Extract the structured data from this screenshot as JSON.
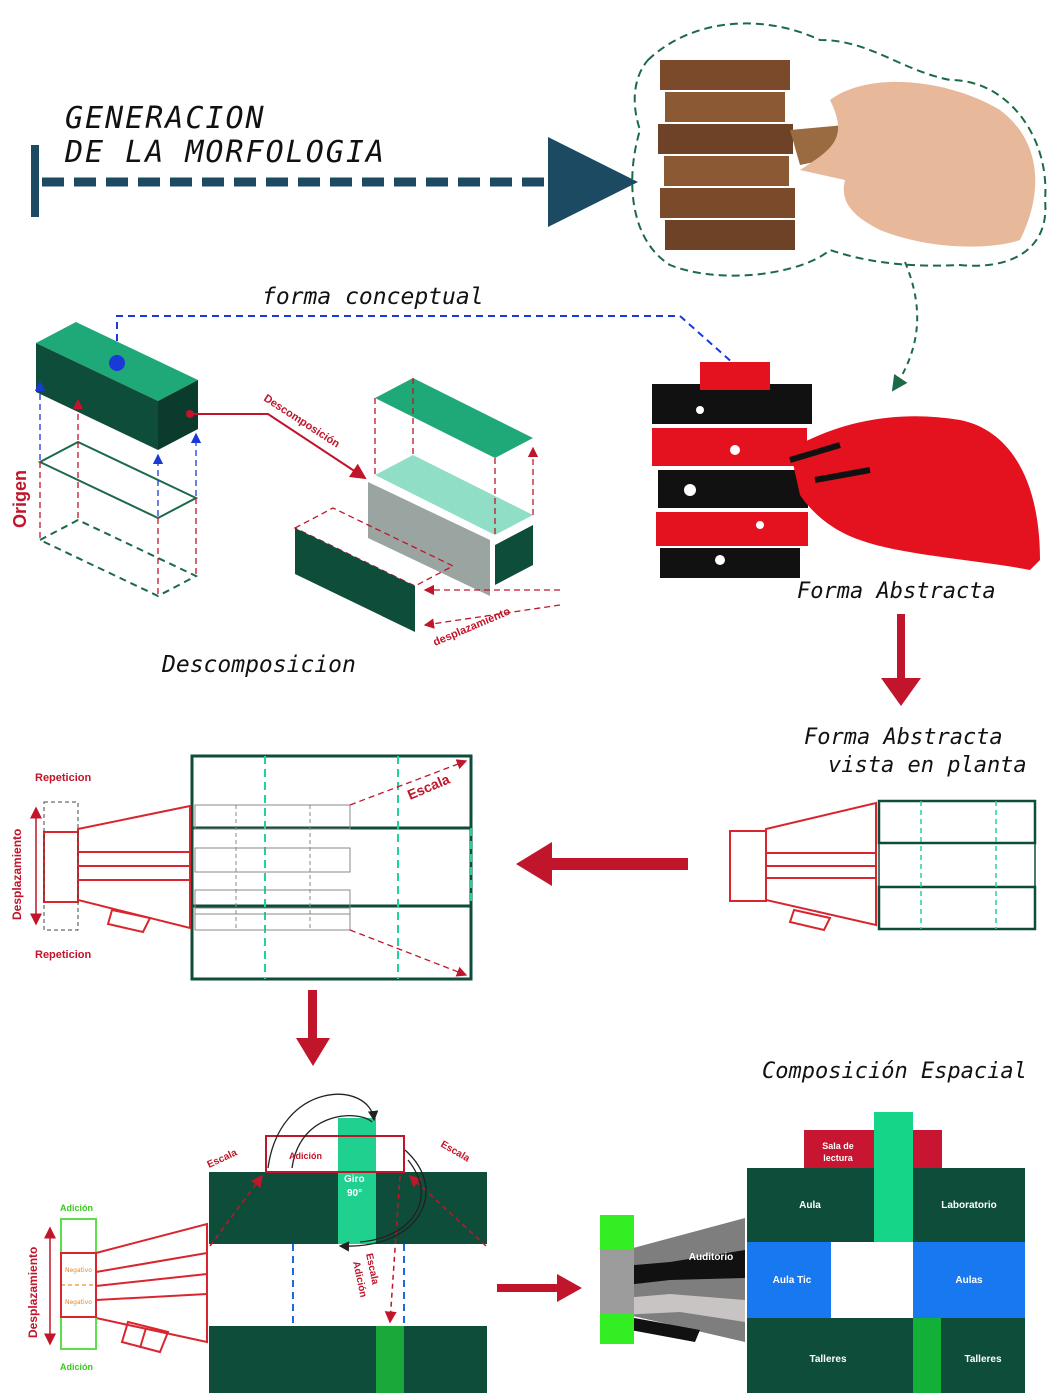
{
  "title": {
    "line1": "GENERACION",
    "line2": "DE LA MORFOLOGIA"
  },
  "labels": {
    "forma_conceptual": "forma conceptual",
    "origen": "Origen",
    "descomposicion_arrow": "Descomposición",
    "desplazamiento_arrow": "desplazamiento",
    "descomposicion": "Descomposicion",
    "forma_abstracta": "Forma Abstracta",
    "vista_planta_1": "Forma Abstracta",
    "vista_planta_2": "vista en planta",
    "composicion_espacial": "Composición Espacial"
  },
  "plan_a": {
    "repeticion_top": "Repeticion",
    "repeticion_bottom": "Repeticion",
    "desplazamiento": "Desplazamiento",
    "escala": "Escala"
  },
  "plan_b": {
    "adicion_top": "Adición",
    "adicion_bottom": "Adición",
    "negativo_1": "Negativo",
    "negativo_2": "Negativo",
    "desplazamiento": "Desplazamiento",
    "escala_left": "Escala",
    "escala_right": "Escala",
    "adicion_center": "Adición",
    "giro": "Giro",
    "giro_deg": "90°",
    "escala_vertical": "Escala",
    "adicion_vertical": "Adición"
  },
  "rooms": {
    "sala_1": "Sala de",
    "sala_2": "lectura",
    "aula": "Aula",
    "laboratorio": "Laboratorio",
    "aula_tic": "Aula Tic",
    "aulas": "Aulas",
    "talleres_left": "Talleres",
    "talleres_right": "Talleres",
    "auditorio": "Auditorio"
  },
  "colors": {
    "dark_green": "#0e4d3a",
    "mint": "#22b07d",
    "bright_green": "#12d38a",
    "red": "#c0152a",
    "navy": "#1c4a62",
    "blue": "#1878f0",
    "lime": "#33ee22",
    "crimson": "#c81632"
  },
  "icons": [
    "jenga-photo",
    "jenga-abstract-icon",
    "arrow-right-icon",
    "arrow-down-icon",
    "arrow-left-icon"
  ]
}
